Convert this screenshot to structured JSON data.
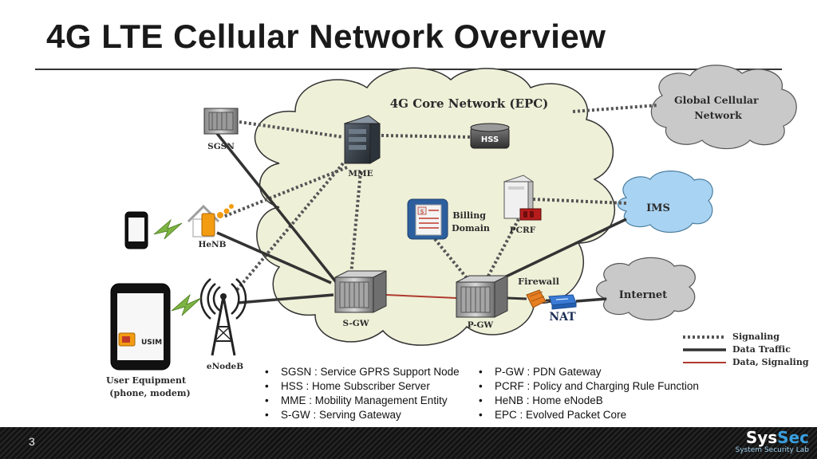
{
  "title": "4G LTE Cellular Network Overview",
  "core_label": "4G Core Network (EPC)",
  "nodes": {
    "sgsn": "SGSN",
    "mme": "MME",
    "hss": "HSS",
    "henb": "HeNB",
    "billing": "Billing Domain",
    "pcrf": "PCRF",
    "sgw": "S-GW",
    "pgw": "P-GW",
    "enodeb": "eNodeB",
    "usim": "USIM",
    "ue": "User Equipment (phone, modem)",
    "firewall": "Firewall",
    "nat": "NAT"
  },
  "clouds": {
    "global": "Global Cellular Network",
    "ims": "IMS",
    "internet": "Internet"
  },
  "legend": [
    {
      "label": "Signaling",
      "style": "dotted",
      "color": "#555555"
    },
    {
      "label": "Data Traffic",
      "style": "solid",
      "color": "#333333"
    },
    {
      "label": "Data, Signaling",
      "style": "solid",
      "color": "#b03a2e"
    }
  ],
  "bullets_left": [
    "SGSN : Service GPRS Support Node",
    "HSS : Home Subscriber Server",
    "MME : Mobility Management Entity",
    "S-GW : Serving Gateway"
  ],
  "bullets_right": [
    "P-GW : PDN Gateway",
    "PCRF : Policy and Charging Rule Function",
    "HeNB : Home eNodeB",
    "EPC : Evolved Packet Core"
  ],
  "footer": {
    "page_number": "3",
    "brand_a": "Sys",
    "brand_b": "Sec",
    "brand_sub": "System Security Lab"
  },
  "colors": {
    "core_cloud": "#eef0d8",
    "side_cloud": "#c9c9c9",
    "ims_cloud": "#a9d3f2",
    "data_signaling": "#b03a2e",
    "lightning": "#7cb342"
  }
}
